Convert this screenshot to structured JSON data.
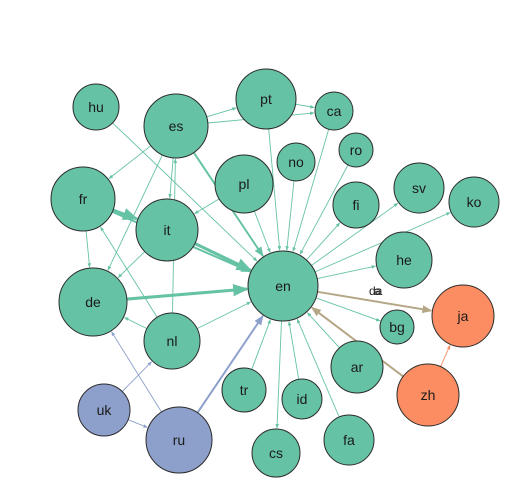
{
  "palette": {
    "green": "#66c2a5",
    "blue": "#8da0cb",
    "orange": "#fc8d62",
    "edge_green": "#66c2a5",
    "edge_blue": "#8da0cb",
    "edge_orange": "#fc8d62",
    "edge_tan": "#b5a685"
  },
  "graph": {
    "nodes": [
      {
        "id": "en",
        "label": "en",
        "group": "green"
      },
      {
        "id": "hu",
        "label": "hu",
        "group": "green"
      },
      {
        "id": "es",
        "label": "es",
        "group": "green"
      },
      {
        "id": "pt",
        "label": "pt",
        "group": "green"
      },
      {
        "id": "ca",
        "label": "ca",
        "group": "green"
      },
      {
        "id": "no",
        "label": "no",
        "group": "green"
      },
      {
        "id": "ro",
        "label": "ro",
        "group": "green"
      },
      {
        "id": "pl",
        "label": "pl",
        "group": "green"
      },
      {
        "id": "fr",
        "label": "fr",
        "group": "green"
      },
      {
        "id": "it",
        "label": "it",
        "group": "green"
      },
      {
        "id": "fi",
        "label": "fi",
        "group": "green"
      },
      {
        "id": "sv",
        "label": "sv",
        "group": "green"
      },
      {
        "id": "ko",
        "label": "ko",
        "group": "green"
      },
      {
        "id": "he",
        "label": "he",
        "group": "green"
      },
      {
        "id": "de",
        "label": "de",
        "group": "green"
      },
      {
        "id": "ja",
        "label": "ja",
        "group": "orange"
      },
      {
        "id": "bg",
        "label": "bg",
        "group": "green"
      },
      {
        "id": "nl",
        "label": "nl",
        "group": "green"
      },
      {
        "id": "ar",
        "label": "ar",
        "group": "green"
      },
      {
        "id": "zh",
        "label": "zh",
        "group": "orange"
      },
      {
        "id": "uk",
        "label": "uk",
        "group": "blue"
      },
      {
        "id": "tr",
        "label": "tr",
        "group": "green"
      },
      {
        "id": "id",
        "label": "id",
        "group": "green"
      },
      {
        "id": "ru",
        "label": "ru",
        "group": "blue"
      },
      {
        "id": "cs",
        "label": "cs",
        "group": "green"
      },
      {
        "id": "fa",
        "label": "fa",
        "group": "green"
      }
    ],
    "edges": [
      {
        "from": "hu",
        "to": "en",
        "color": "edge_green",
        "weight": 1
      },
      {
        "from": "es",
        "to": "en",
        "color": "edge_green",
        "weight": 2
      },
      {
        "from": "es",
        "to": "pt",
        "color": "edge_green",
        "weight": 1
      },
      {
        "from": "es",
        "to": "ca",
        "color": "edge_green",
        "weight": 1
      },
      {
        "from": "es",
        "to": "fr",
        "color": "edge_green",
        "weight": 1
      },
      {
        "from": "es",
        "to": "it",
        "color": "edge_green",
        "weight": 1
      },
      {
        "from": "es",
        "to": "de",
        "color": "edge_green",
        "weight": 1
      },
      {
        "from": "pt",
        "to": "en",
        "color": "edge_green",
        "weight": 1
      },
      {
        "from": "pt",
        "to": "ca",
        "color": "edge_green",
        "weight": 1
      },
      {
        "from": "ca",
        "to": "en",
        "color": "edge_green",
        "weight": 1
      },
      {
        "from": "no",
        "to": "en",
        "color": "edge_green",
        "weight": 1
      },
      {
        "from": "ro",
        "to": "en",
        "color": "edge_green",
        "weight": 1
      },
      {
        "from": "pl",
        "to": "en",
        "color": "edge_green",
        "weight": 1
      },
      {
        "from": "pl",
        "to": "it",
        "color": "edge_green",
        "weight": 1
      },
      {
        "from": "fr",
        "to": "en",
        "color": "edge_green",
        "weight": 2
      },
      {
        "from": "fr",
        "to": "it",
        "color": "edge_green",
        "weight": 3
      },
      {
        "from": "fr",
        "to": "de",
        "color": "edge_green",
        "weight": 1
      },
      {
        "from": "it",
        "to": "en",
        "color": "edge_green",
        "weight": 3
      },
      {
        "from": "it",
        "to": "de",
        "color": "edge_green",
        "weight": 1
      },
      {
        "from": "en",
        "to": "fi",
        "color": "edge_green",
        "weight": 1
      },
      {
        "from": "en",
        "to": "sv",
        "color": "edge_green",
        "weight": 1
      },
      {
        "from": "en",
        "to": "ko",
        "color": "edge_green",
        "weight": 1
      },
      {
        "from": "en",
        "to": "he",
        "color": "edge_green",
        "weight": 1
      },
      {
        "from": "de",
        "to": "en",
        "color": "edge_green",
        "weight": 3
      },
      {
        "from": "en",
        "to": "ja",
        "color": "edge_tan",
        "weight": 2
      },
      {
        "from": "en",
        "to": "bg",
        "color": "edge_green",
        "weight": 1
      },
      {
        "from": "nl",
        "to": "en",
        "color": "edge_green",
        "weight": 1
      },
      {
        "from": "nl",
        "to": "de",
        "color": "edge_green",
        "weight": 1
      },
      {
        "from": "nl",
        "to": "fr",
        "color": "edge_green",
        "weight": 1
      },
      {
        "from": "nl",
        "to": "es",
        "color": "edge_green",
        "weight": 1
      },
      {
        "from": "ar",
        "to": "en",
        "color": "edge_green",
        "weight": 1
      },
      {
        "from": "zh",
        "to": "en",
        "color": "edge_tan",
        "weight": 2
      },
      {
        "from": "zh",
        "to": "ja",
        "color": "edge_orange",
        "weight": 1
      },
      {
        "from": "uk",
        "to": "nl",
        "color": "edge_blue",
        "weight": 1
      },
      {
        "from": "uk",
        "to": "ru",
        "color": "edge_blue",
        "weight": 1
      },
      {
        "from": "tr",
        "to": "en",
        "color": "edge_green",
        "weight": 1
      },
      {
        "from": "id",
        "to": "en",
        "color": "edge_green",
        "weight": 1
      },
      {
        "from": "ru",
        "to": "en",
        "color": "edge_blue",
        "weight": 2
      },
      {
        "from": "ru",
        "to": "de",
        "color": "edge_blue",
        "weight": 1
      },
      {
        "from": "en",
        "to": "cs",
        "color": "edge_green",
        "weight": 1
      },
      {
        "from": "fa",
        "to": "en",
        "color": "edge_green",
        "weight": 1
      }
    ],
    "stray_labels": [
      "da",
      "a"
    ]
  }
}
